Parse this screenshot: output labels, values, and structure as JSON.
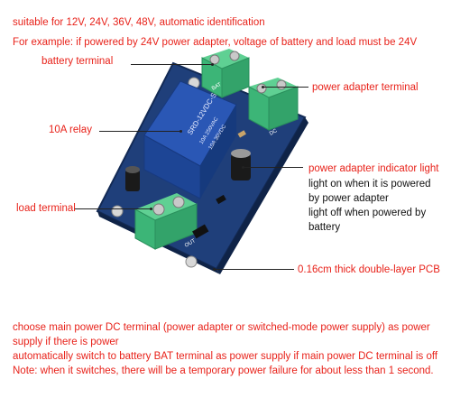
{
  "header": {
    "line1": "suitable for 12V, 24V, 36V, 48V, automatic identification",
    "line2": "For example: if powered by 24V power adapter, voltage of battery and load must be 24V"
  },
  "labels": {
    "battery_terminal": "battery terminal",
    "power_adapter_terminal": "power adapter terminal",
    "relay": "10A relay",
    "indicator_light": "power adapter indicator light",
    "indicator_on_1": "light on when it is powered",
    "indicator_on_2": "by power adapter",
    "indicator_off_1": "light off when powered by",
    "indicator_off_2": "battery",
    "load_terminal": "load terminal",
    "pcb": "0.16cm thick double-layer PCB"
  },
  "notes": [
    "choose main power DC terminal (power adapter or switched-mode power supply) as power supply if there is power",
    "automatically switch to battery BAT terminal as power supply if main power DC terminal is off",
    "Note: when it switches, there will be a temporary power failure for about less than 1 second."
  ],
  "board": {
    "relay_text": [
      "SRD-12VDC-SL-C",
      "10A 250VAC",
      "10A 30VDC"
    ],
    "silk_text": [
      "BAT",
      "OUT",
      "DC"
    ],
    "colors": {
      "pcb": "#1f3f7a",
      "pcb_edge": "#132a55",
      "relay": "#2a57b5",
      "terminal": "#3cb577"
    }
  }
}
